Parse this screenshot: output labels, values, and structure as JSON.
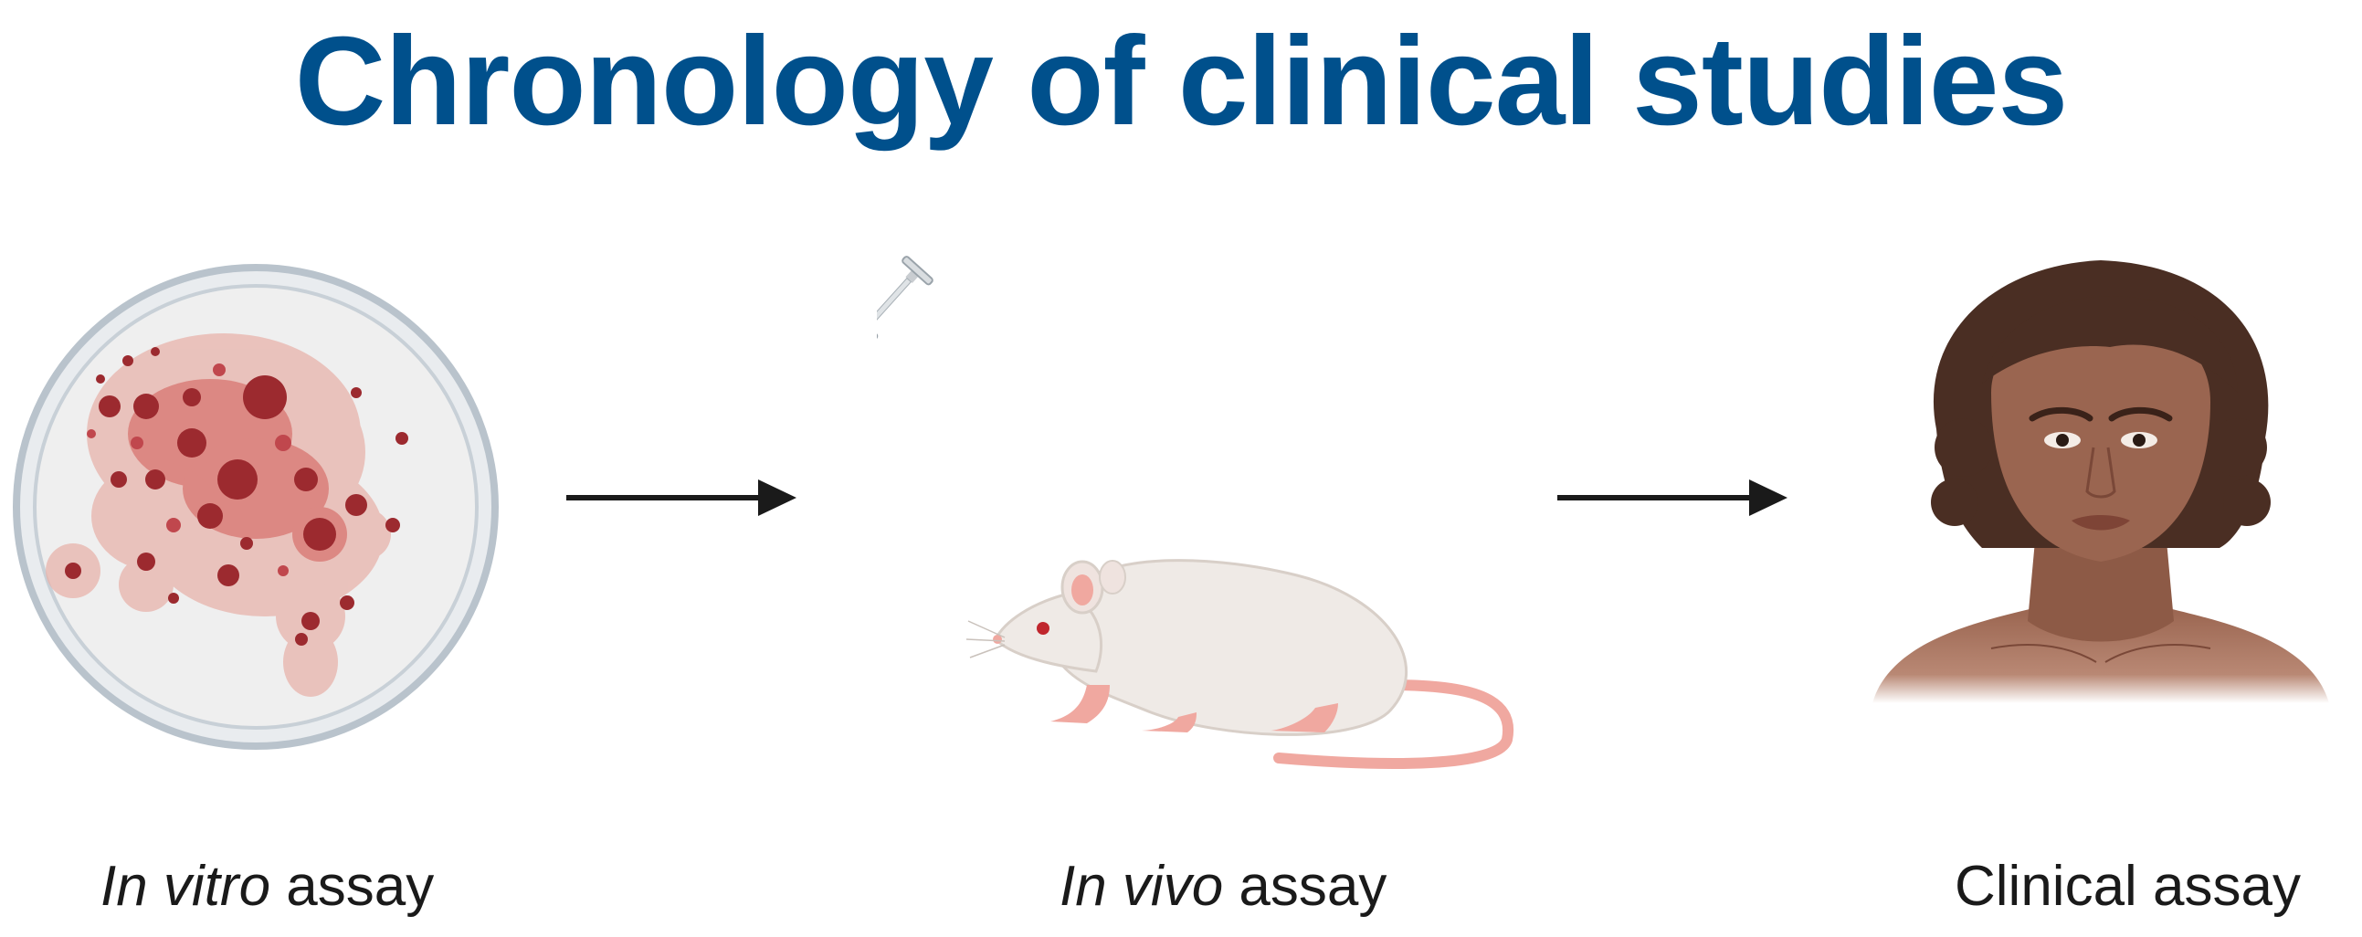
{
  "title": "Chronology of clinical studies",
  "colors": {
    "title": "#00508c",
    "arrow": "#1a1a1a",
    "dish_rim": "#b9c3cc",
    "dish_fill": "#eeeeee",
    "cells_dark": "#9c2a2f",
    "cells_mid": "#c0474d",
    "cells_halo": "#e8b3ab",
    "skin": "#9a6550",
    "hair": "#4a2e23",
    "mouse_body": "#efeae6",
    "mouse_pink": "#f0a8a0",
    "syringe_fluid": "#8ed0dc"
  },
  "stages": [
    {
      "icon": "petri-dish-icon",
      "italic": "In vitro",
      "text": " assay"
    },
    {
      "icon": "mouse-injection-icon",
      "italic": "In vivo",
      "text": " assay"
    },
    {
      "icon": "human-patient-icon",
      "italic": "",
      "text": "Clinical assay"
    }
  ]
}
